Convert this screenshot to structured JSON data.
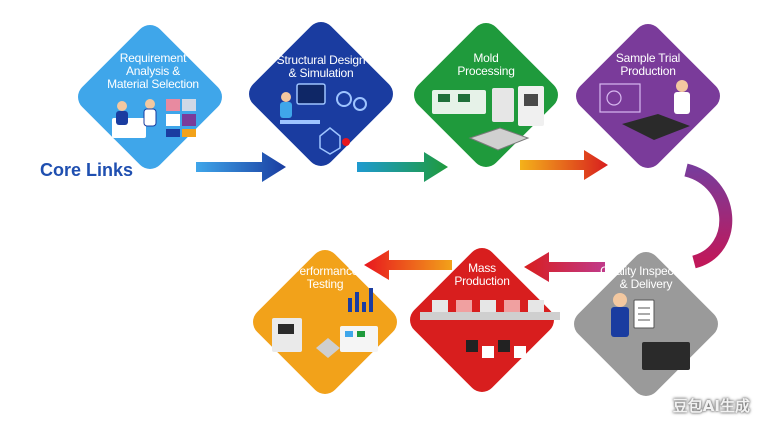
{
  "core_label": "Core Links",
  "steps": [
    {
      "name": "requirement",
      "label": "Requirement\nAnalysis &\nMaterial Selection",
      "color": "#3fa6ea",
      "text_color": "#ffffff"
    },
    {
      "name": "structural",
      "label": "Structural Design\n& Simulation",
      "color": "#1a3ca0",
      "text_color": "#ffffff"
    },
    {
      "name": "mold",
      "label": "Mold\nProcessing",
      "color": "#1f9a3c",
      "text_color": "#ffffff"
    },
    {
      "name": "sample",
      "label": "Sample Trial\nProduction",
      "color": "#7a3b9a",
      "text_color": "#ffffff"
    },
    {
      "name": "quality",
      "label": "Quality Inspection\n& Delivery",
      "color": "#9a9a9a",
      "text_color": "#ffffff"
    },
    {
      "name": "mass",
      "label": "Mass\nProduction",
      "color": "#d81e1e",
      "text_color": "#ffffff"
    },
    {
      "name": "performance",
      "label": "Performance\nTesting",
      "color": "#f2a21a",
      "text_color": "#ffffff"
    }
  ],
  "watermark": "豆包AI生成"
}
